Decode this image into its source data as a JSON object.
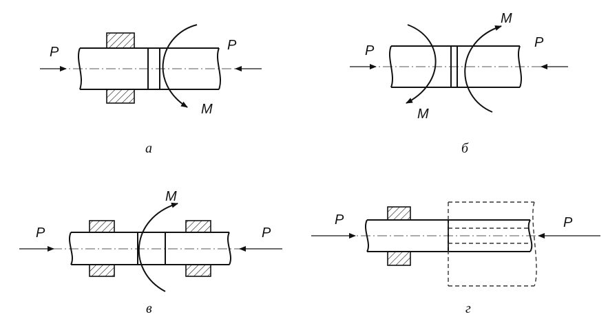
{
  "labels": {
    "force": "P",
    "moment": "M"
  },
  "captions": {
    "a": "а",
    "b": "б",
    "v": "в",
    "g": "г"
  },
  "colors": {
    "line": "#111111",
    "axis": "#555555"
  }
}
